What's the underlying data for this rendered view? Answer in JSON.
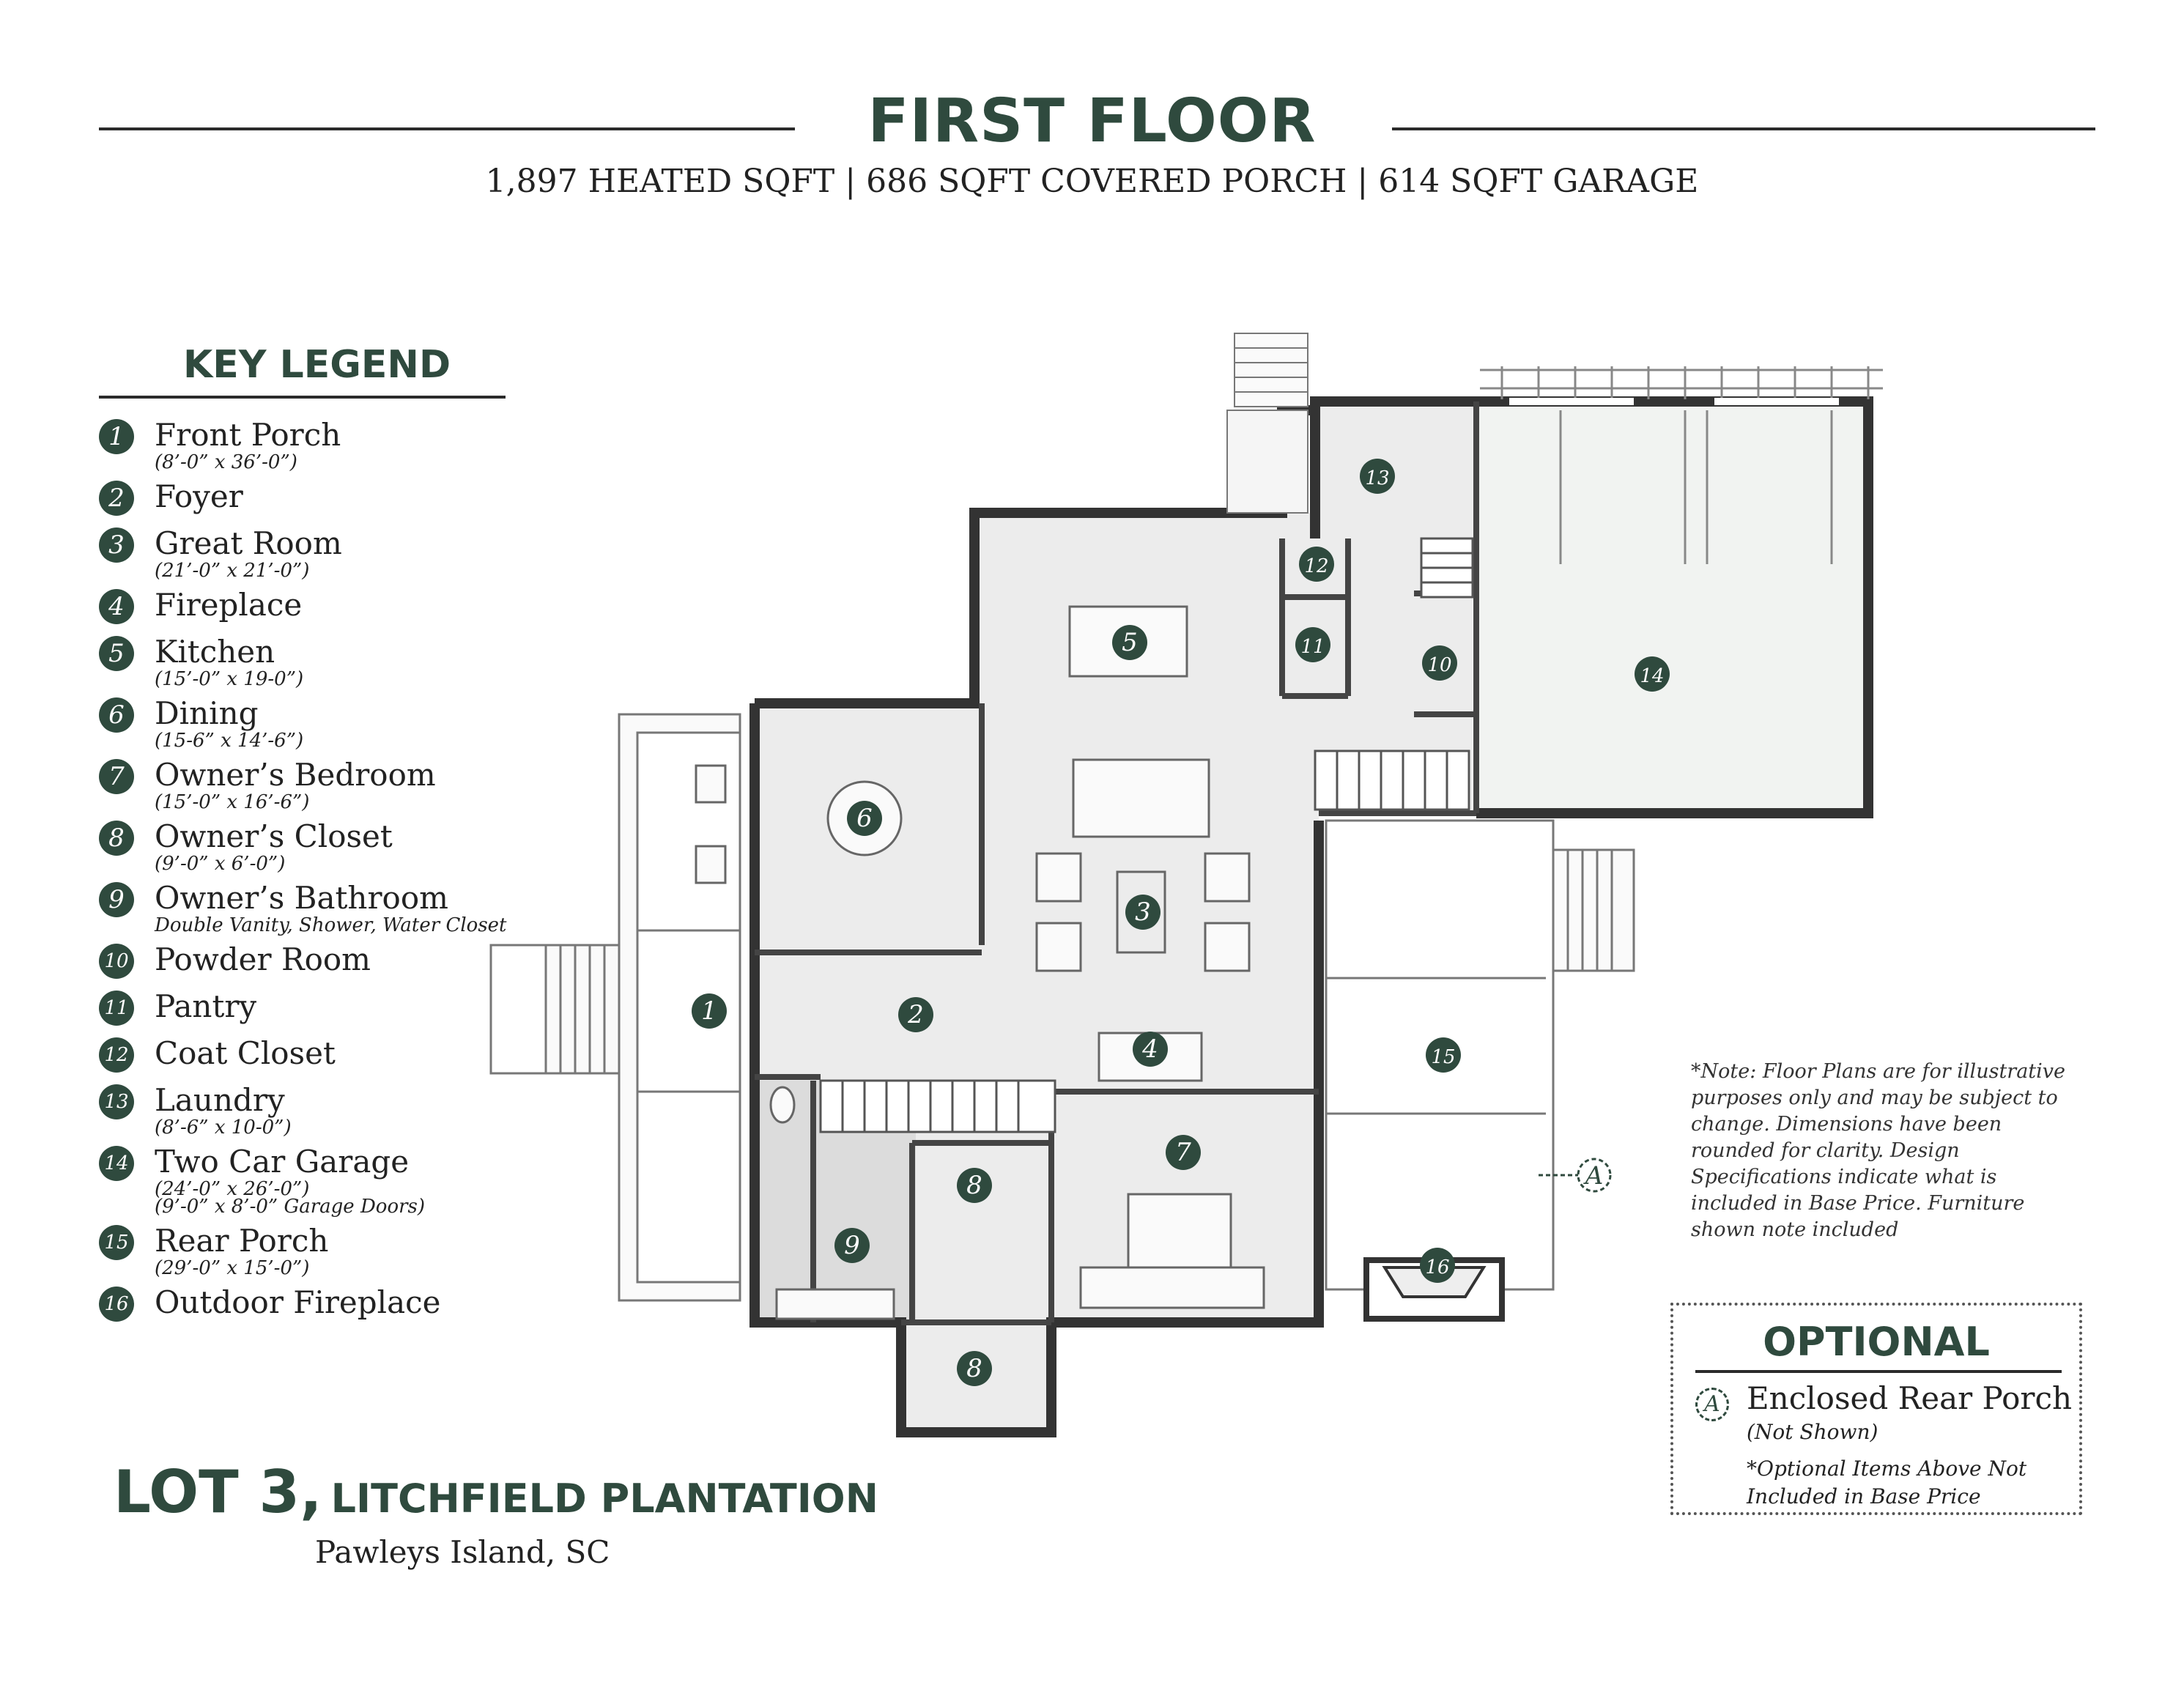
{
  "header": {
    "title": "FIRST FLOOR",
    "heated": "1,897 HEATED SQFT",
    "porch": "686 SQFT COVERED PORCH",
    "garage": "614 SQFT GARAGE",
    "separator": "|"
  },
  "legend": {
    "title": "KEY LEGEND",
    "items": [
      {
        "num": "1",
        "name": "Front Porch",
        "dims": [
          "(8’-0” x 36’-0”)"
        ]
      },
      {
        "num": "2",
        "name": "Foyer",
        "dims": []
      },
      {
        "num": "3",
        "name": "Great Room",
        "dims": [
          "(21’-0” x 21’-0”)"
        ]
      },
      {
        "num": "4",
        "name": "Fireplace",
        "dims": []
      },
      {
        "num": "5",
        "name": "Kitchen",
        "dims": [
          "(15’-0” x 19-0”)"
        ]
      },
      {
        "num": "6",
        "name": "Dining",
        "dims": [
          "(15-6” x 14’-6”)"
        ]
      },
      {
        "num": "7",
        "name": "Owner’s Bedroom",
        "dims": [
          "(15’-0” x 16’-6”)"
        ]
      },
      {
        "num": "8",
        "name": "Owner’s Closet",
        "dims": [
          "(9’-0” x 6’-0”)"
        ]
      },
      {
        "num": "9",
        "name": "Owner’s Bathroom",
        "dims": [
          "Double Vanity, Shower, Water Closet"
        ]
      },
      {
        "num": "10",
        "name": "Powder Room",
        "dims": []
      },
      {
        "num": "11",
        "name": "Pantry",
        "dims": []
      },
      {
        "num": "12",
        "name": "Coat Closet",
        "dims": []
      },
      {
        "num": "13",
        "name": "Laundry",
        "dims": [
          "(8’-6” x 10-0”)"
        ]
      },
      {
        "num": "14",
        "name": "Two Car Garage",
        "dims": [
          "(24’-0” x 26’-0”)",
          "(9’-0” x 8’-0” Garage Doors)"
        ]
      },
      {
        "num": "15",
        "name": "Rear Porch",
        "dims": [
          "(29’-0” x 15’-0”)"
        ]
      },
      {
        "num": "16",
        "name": "Outdoor Fireplace",
        "dims": []
      }
    ]
  },
  "lot": {
    "title": "LOT 3,",
    "subtitle": "LITCHFIELD PLANTATION",
    "location": "Pawleys Island, SC"
  },
  "note": "*Note: Floor Plans are for illustrative purposes only and may be subject to change. Dimensions have been rounded for clarity. Design Specifications indicate what is included in Base Price. Furniture shown note included",
  "optional": {
    "title": "OPTIONAL",
    "item_letter": "A",
    "item_name": "Enclosed Rear Porch",
    "item_sub": "(Not Shown)",
    "note": "*Optional Items Above Not Included in Base Price"
  },
  "plan_labels": [
    "1",
    "2",
    "3",
    "4",
    "5",
    "6",
    "7",
    "8",
    "8",
    "9",
    "10",
    "11",
    "12",
    "13",
    "14",
    "15",
    "16"
  ],
  "plan_marker": "A",
  "colors": {
    "accent": "#2f4a3e",
    "wall": "#333333",
    "floor": "#ececec",
    "garage": "#f1f3f1"
  }
}
